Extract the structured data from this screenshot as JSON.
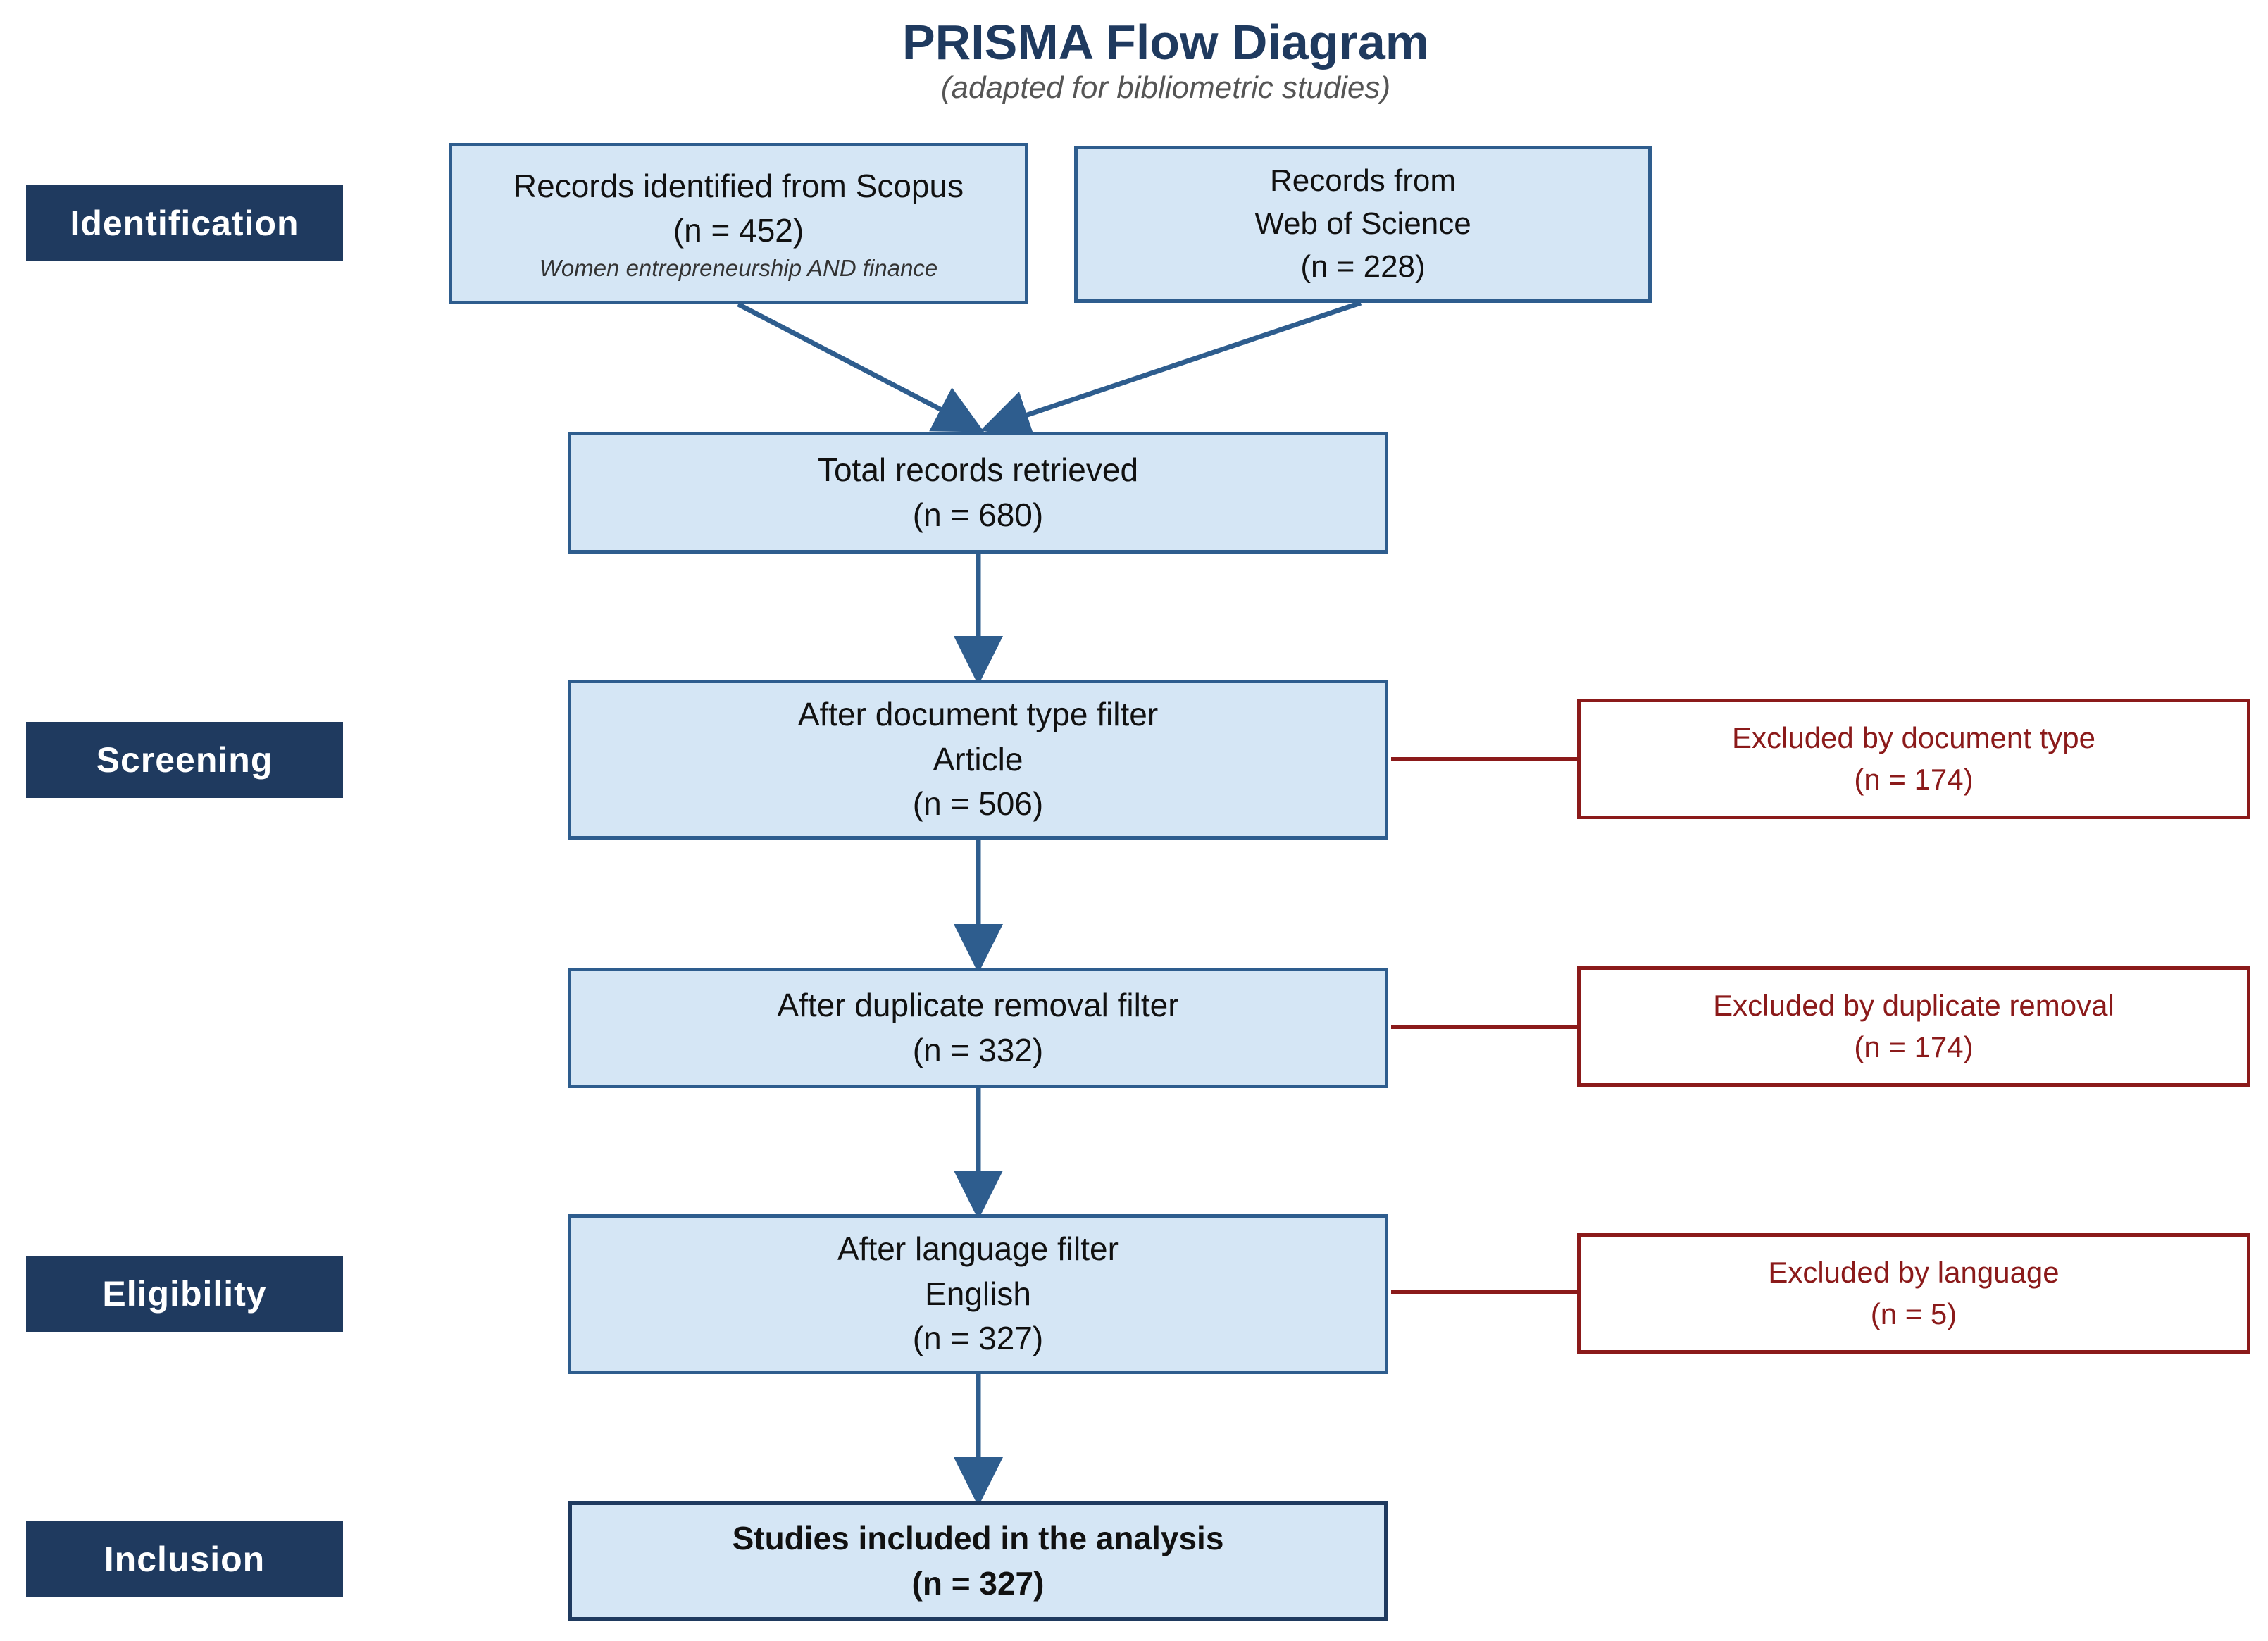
{
  "title": "PRISMA Flow Diagram",
  "subtitle": "(adapted for bibliometric studies)",
  "stages": {
    "identification": "Identification",
    "screening": "Screening",
    "eligibility": "Eligibility",
    "inclusion": "Inclusion"
  },
  "boxes": {
    "scopus": {
      "label": "Records identified from Scopus",
      "count": "(n = 452)",
      "query": "Women entrepreneurship AND finance"
    },
    "wos": {
      "label_line1": "Records from",
      "label_line2": "Web of Science",
      "count": "(n = 228)"
    },
    "total": {
      "label": "Total records retrieved",
      "count": "(n = 680)"
    },
    "doc_type": {
      "label": "After document type filter",
      "sublabel": "Article",
      "count": "(n = 506)"
    },
    "duplicate": {
      "label": "After duplicate removal filter",
      "count": "(n = 332)"
    },
    "language": {
      "label": "After language filter",
      "sublabel": "English",
      "count": "(n = 327)"
    },
    "included": {
      "label": "Studies included in the analysis",
      "count": "(n = 327)"
    }
  },
  "exclusions": {
    "doc_type": {
      "label": "Excluded by document type",
      "count": "(n = 174)"
    },
    "duplicate": {
      "label": "Excluded by duplicate removal",
      "count": "(n = 174)"
    },
    "language": {
      "label": "Excluded by language",
      "count": "(n = 5)"
    }
  },
  "colors": {
    "stage_fill": "#1f3a5f",
    "box_fill": "#d5e6f5",
    "box_border": "#2e5d8e",
    "arrow": "#2e5d8e",
    "exclusion": "#8b1a1a"
  }
}
